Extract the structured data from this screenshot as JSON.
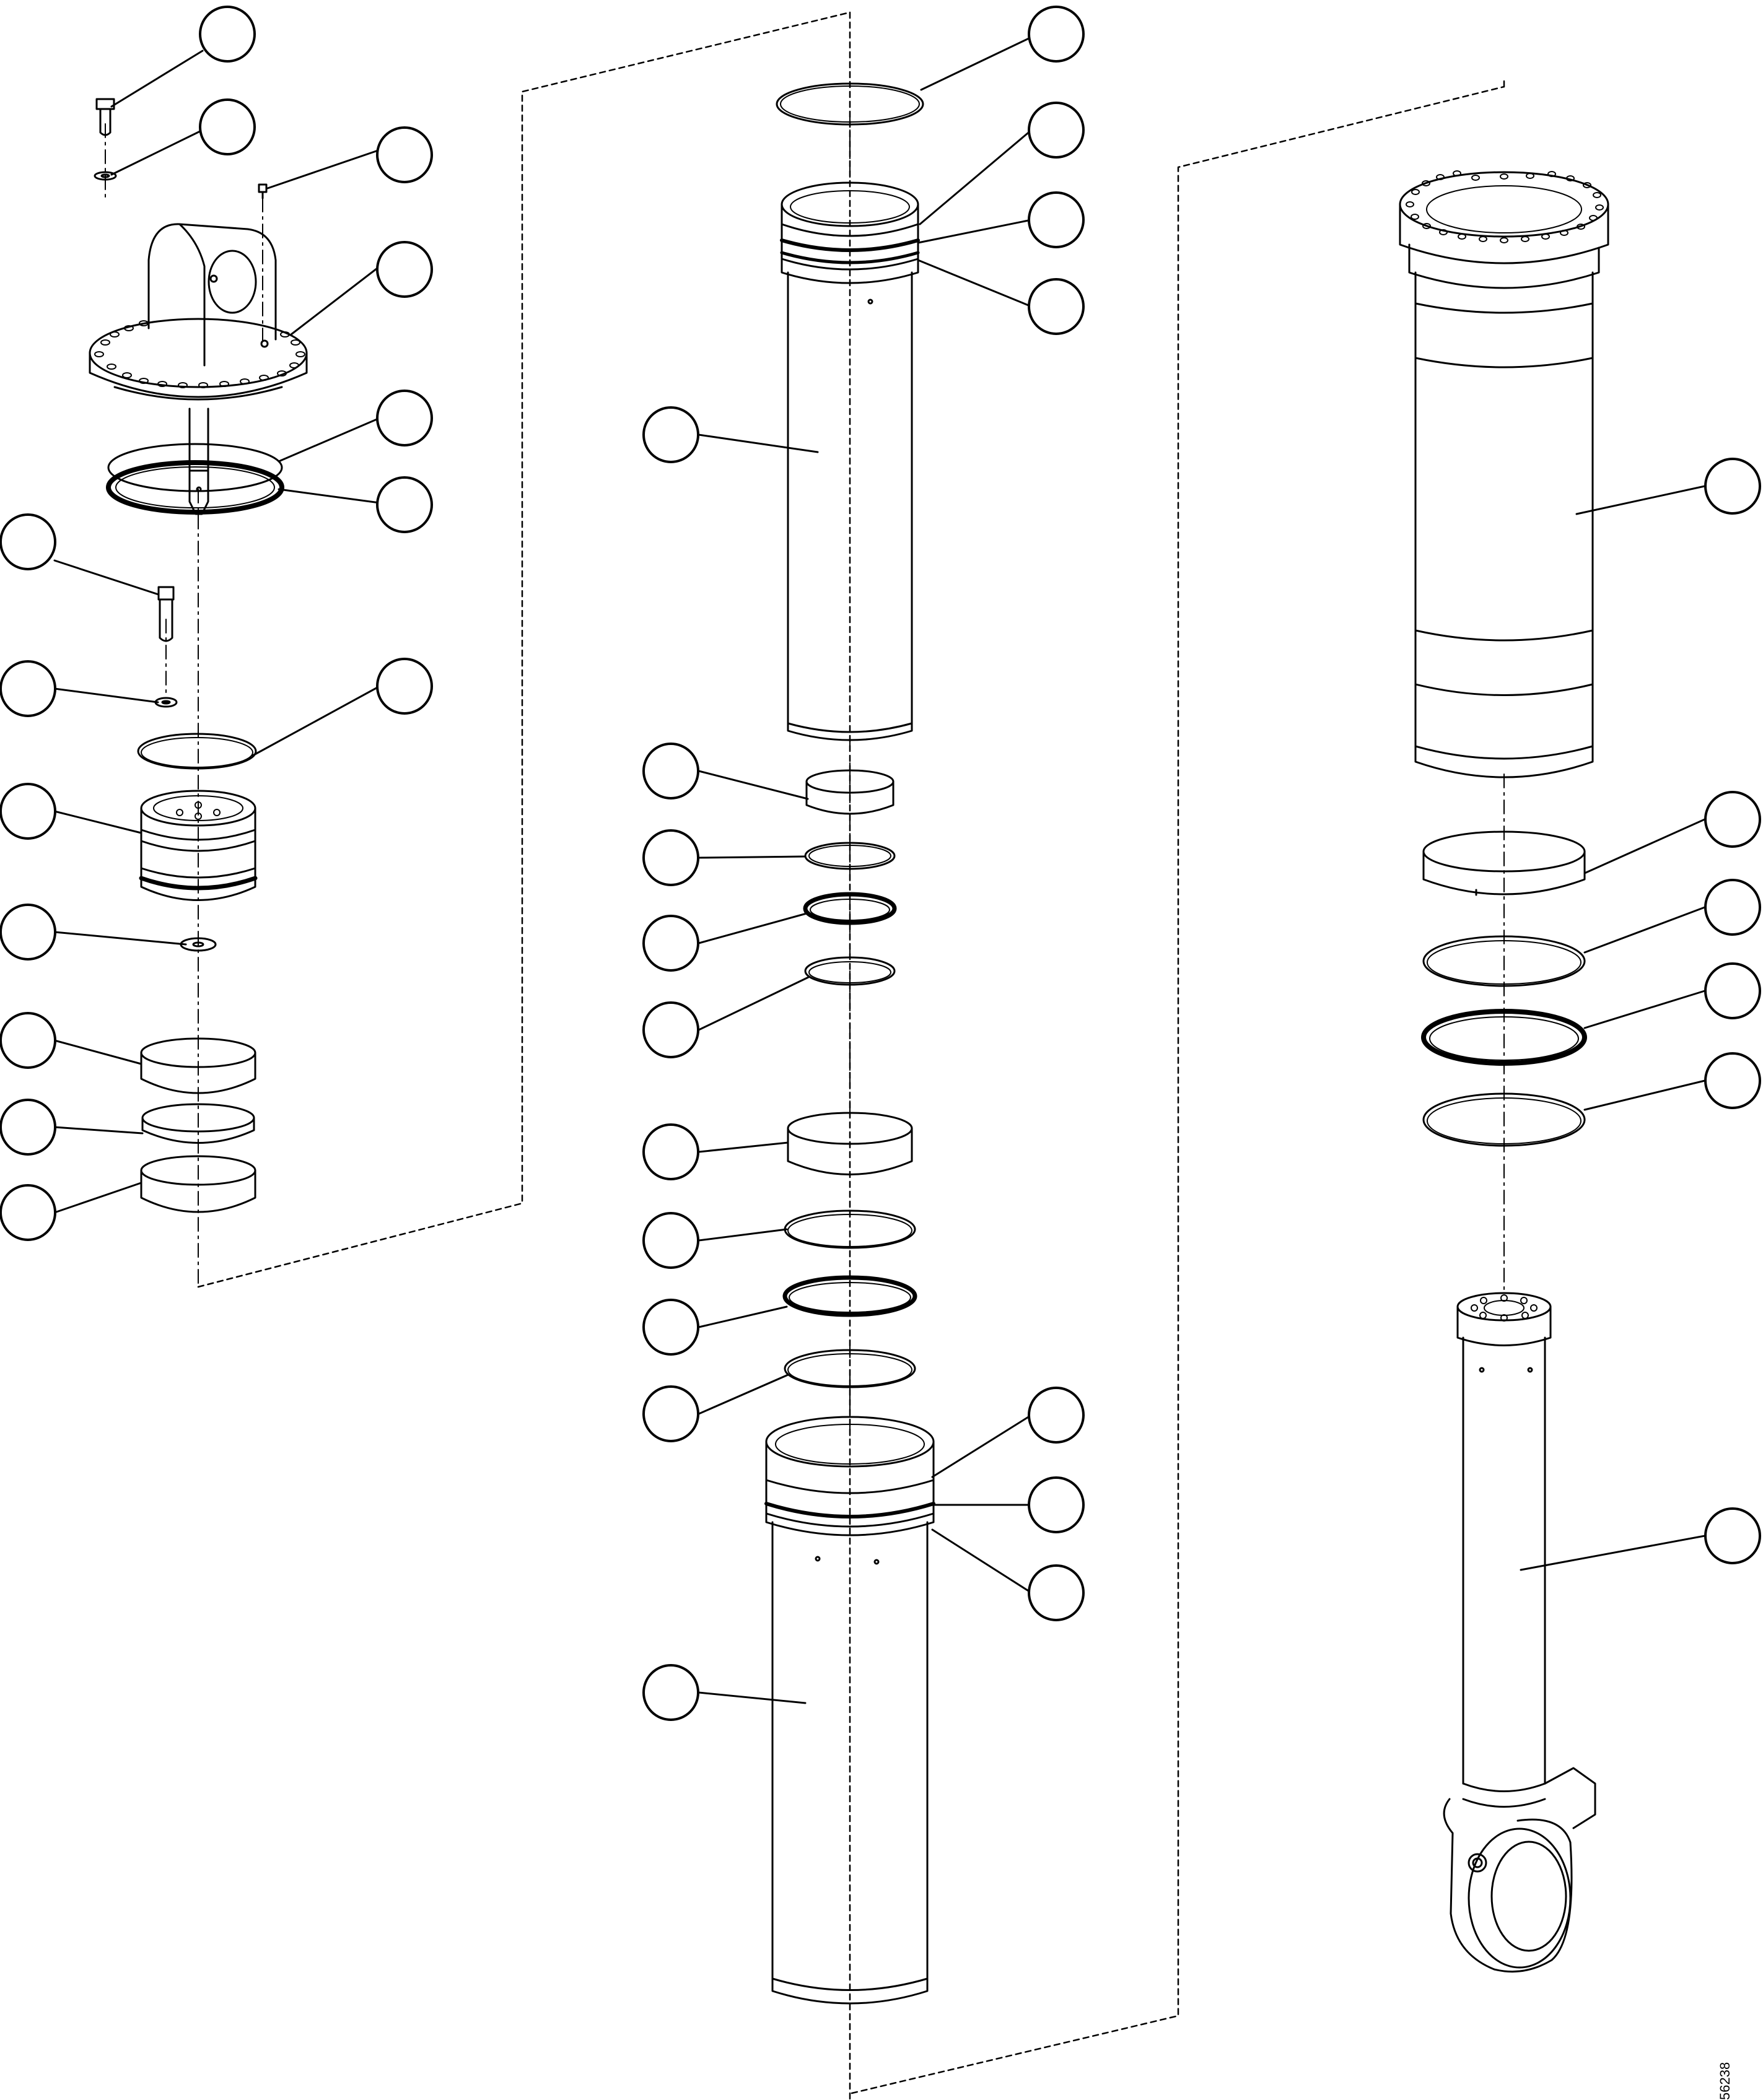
{
  "drawing": {
    "drawing_number": "56238",
    "callouts": [
      {
        "id": "c1",
        "label": ""
      },
      {
        "id": "c2",
        "label": ""
      },
      {
        "id": "c3",
        "label": ""
      },
      {
        "id": "c4",
        "label": ""
      },
      {
        "id": "c5",
        "label": ""
      },
      {
        "id": "c6",
        "label": ""
      },
      {
        "id": "c7",
        "label": ""
      },
      {
        "id": "c8",
        "label": ""
      },
      {
        "id": "c9",
        "label": ""
      },
      {
        "id": "c10",
        "label": ""
      },
      {
        "id": "c11",
        "label": ""
      },
      {
        "id": "c12",
        "label": ""
      },
      {
        "id": "c13",
        "label": ""
      },
      {
        "id": "c14",
        "label": ""
      },
      {
        "id": "c15",
        "label": ""
      },
      {
        "id": "c16",
        "label": ""
      },
      {
        "id": "c17",
        "label": ""
      },
      {
        "id": "c18",
        "label": ""
      },
      {
        "id": "c19",
        "label": ""
      },
      {
        "id": "c20",
        "label": ""
      },
      {
        "id": "c21",
        "label": ""
      },
      {
        "id": "c22",
        "label": ""
      },
      {
        "id": "c23",
        "label": ""
      },
      {
        "id": "c24",
        "label": ""
      },
      {
        "id": "c25",
        "label": ""
      },
      {
        "id": "c26",
        "label": ""
      },
      {
        "id": "c27",
        "label": ""
      },
      {
        "id": "c28",
        "label": ""
      },
      {
        "id": "c29",
        "label": ""
      },
      {
        "id": "c30",
        "label": ""
      },
      {
        "id": "c31",
        "label": ""
      },
      {
        "id": "c32",
        "label": ""
      },
      {
        "id": "c33",
        "label": ""
      },
      {
        "id": "c34",
        "label": ""
      },
      {
        "id": "c35",
        "label": ""
      },
      {
        "id": "c36",
        "label": ""
      },
      {
        "id": "c37",
        "label": ""
      },
      {
        "id": "c38",
        "label": ""
      }
    ]
  }
}
